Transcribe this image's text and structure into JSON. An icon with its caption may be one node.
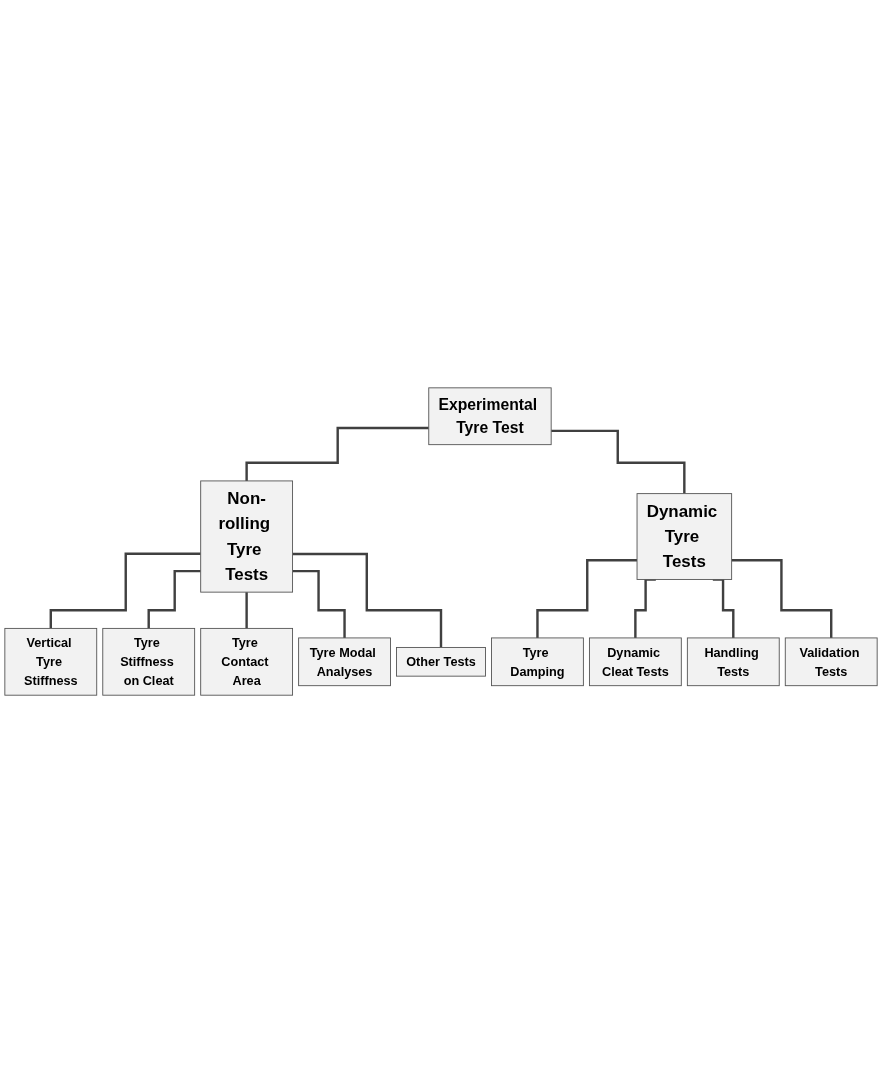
{
  "diagram": {
    "nodes": [
      {
        "text": [
          "Experimental Tyre Test"
        ]
      },
      {
        "text": [
          "Non-rolling Tyre Tests"
        ]
      },
      {
        "text": [
          "Dynamic Tyre Tests"
        ]
      },
      {
        "text": [
          "Vertical Tyre Stiffness"
        ]
      },
      {
        "text": [
          "Tyre Stiffness on Cleat"
        ]
      },
      {
        "text": [
          "Tyre Contact Area"
        ]
      },
      {
        "text": [
          "Tyre Modal Analyses"
        ]
      },
      {
        "text": [
          "Other Tests"
        ]
      },
      {
        "text": [
          "Tyre Damping"
        ]
      },
      {
        "text": [
          "Dynamic Cleat Tests"
        ]
      },
      {
        "text": [
          "Handling Tests"
        ]
      },
      {
        "text": [
          "Validation Tests"
        ]
      }
    ],
    "edges": [
      {
        "from": 0,
        "to": 1,
        "arrow": "none"
      },
      {
        "from": 0,
        "to": 2,
        "arrow": "none"
      },
      {
        "from": 1,
        "to": 3,
        "arrow": "none"
      },
      {
        "from": 1,
        "to": 4,
        "arrow": "none"
      },
      {
        "from": 1,
        "to": 5,
        "arrow": "none"
      },
      {
        "from": 1,
        "to": 6,
        "arrow": "none"
      },
      {
        "from": 1,
        "to": 7,
        "arrow": "none"
      },
      {
        "from": 2,
        "to": 8,
        "arrow": "none"
      },
      {
        "from": 2,
        "to": 9,
        "arrow": "none"
      },
      {
        "from": 2,
        "to": 10,
        "arrow": "none"
      },
      {
        "from": 2,
        "to": 11,
        "arrow": "none"
      }
    ]
  }
}
